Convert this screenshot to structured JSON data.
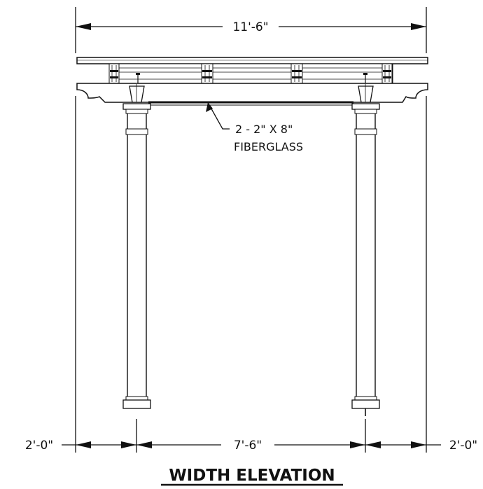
{
  "drawing": {
    "title": "WIDTH ELEVATION",
    "dimensions": {
      "overall_width": "11'-6\"",
      "left_overhang": "2'-0\"",
      "post_spacing": "7'-6\"",
      "right_overhang": "2'-0\""
    },
    "callout": {
      "line1": "2 - 2\" X 8\"",
      "line2": "FIBERGLASS"
    }
  }
}
